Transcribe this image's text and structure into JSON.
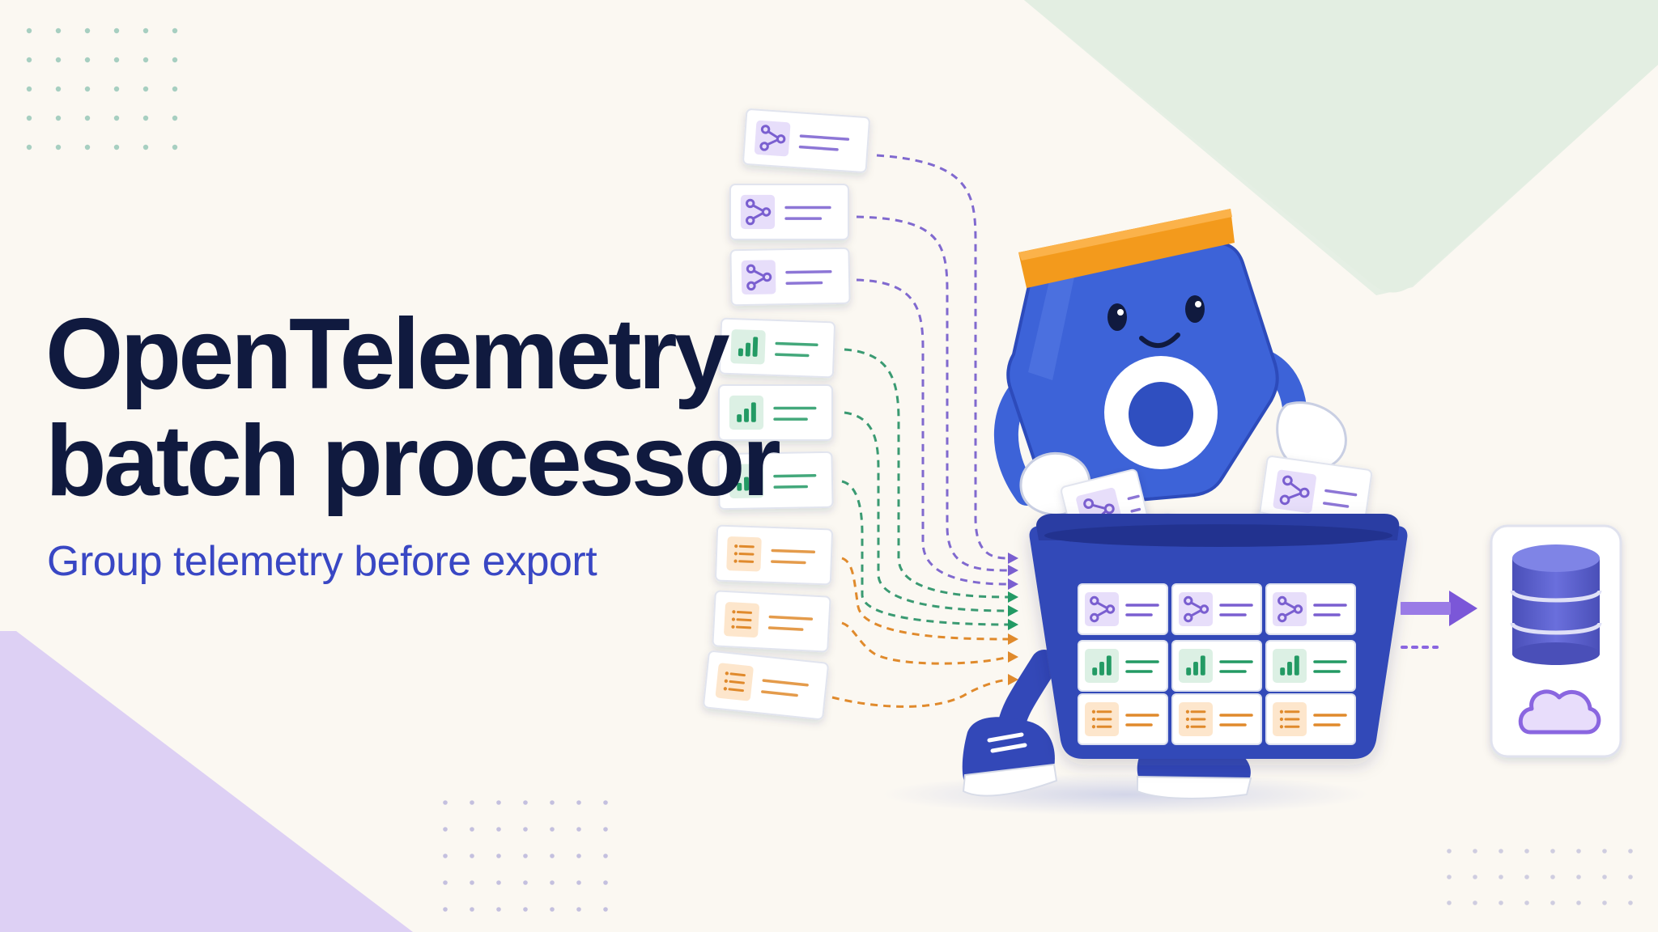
{
  "title": {
    "line1": "OpenTelemetry",
    "line2": "batch processor"
  },
  "subtitle": "Group telemetry before export",
  "telemetry_types": [
    "trace-icon",
    "metric-bar-chart-icon",
    "log-list-icon"
  ],
  "colors": {
    "background": "#fbf8f2",
    "title": "#101a3f",
    "subtitle": "#3947c4",
    "trace": "#7a5fd0",
    "metric": "#239a64",
    "log": "#e08a2c",
    "mascot_body": "#3d63d8",
    "mascot_band": "#f39a1c",
    "basket": "#3348b8",
    "export_arrow": "#8a66e0",
    "database": "#5b5fc7"
  }
}
